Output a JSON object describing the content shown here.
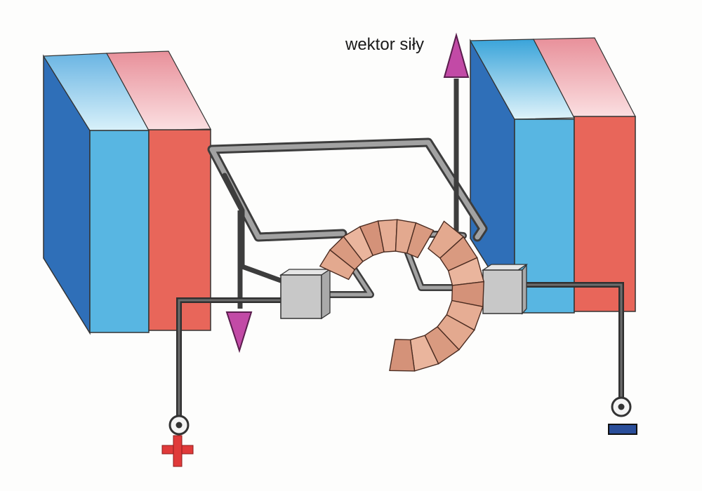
{
  "labels": {
    "force_vector": "wektor siły"
  },
  "terminals": {
    "positive_symbol": "plus-sign",
    "negative_symbol": "minus-sign"
  },
  "colors": {
    "magnet_blue_dark": "#2f6fb8",
    "magnet_blue_light": "#59b8e3",
    "magnet_red": "#e8685c",
    "magnet_top_blue": "#bfe6f3",
    "magnet_top_red": "#f4c1c4",
    "frame": "#8d8d8d",
    "wire": "#505050",
    "arrow": "#c24aa6",
    "commutator": "#dfa48b",
    "brush": "#c8c8c8",
    "plus": "#e03a3a",
    "minus": "#2a4e9a"
  }
}
